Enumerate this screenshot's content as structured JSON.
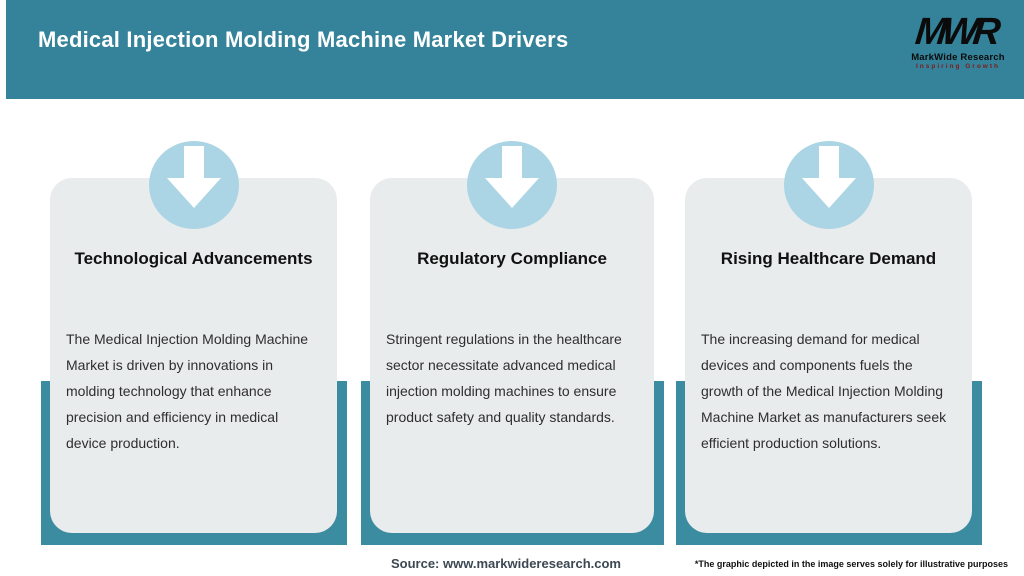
{
  "header": {
    "title": "Medical Injection Molding Machine Market Drivers",
    "background_color": "#35839A",
    "logo": {
      "monogram": "MWR",
      "name": "MarkWide Research",
      "tagline": "Inspiring Growth",
      "tagline_color": "#7E1B1B"
    }
  },
  "cards": [
    {
      "icon": "down-arrow-icon",
      "title": "Technological Advancements",
      "body": "The Medical Injection Molding Machine Market is driven by innovations in molding technology that enhance precision and efficiency in medical device production."
    },
    {
      "icon": "down-arrow-icon",
      "title": "Regulatory Compliance",
      "body": "Stringent regulations in the healthcare sector necessitate advanced medical injection molding machines to ensure product safety and quality standards."
    },
    {
      "icon": "down-arrow-icon",
      "title": "Rising Healthcare Demand",
      "body": "The increasing demand for medical devices and components fuels the growth of the Medical Injection Molding Machine Market as manufacturers seek efficient production solutions."
    }
  ],
  "footer": {
    "source": "Source: www.markwideresearch.com",
    "disclaimer": "*The graphic depicted in the image serves solely for illustrative purposes"
  },
  "colors": {
    "header_teal": "#35839A",
    "band_teal": "#3B8CA1",
    "badge_blue": "#ABD5E4",
    "card_gray": "#E9ECED",
    "arrow_white": "#FFFFFF"
  }
}
